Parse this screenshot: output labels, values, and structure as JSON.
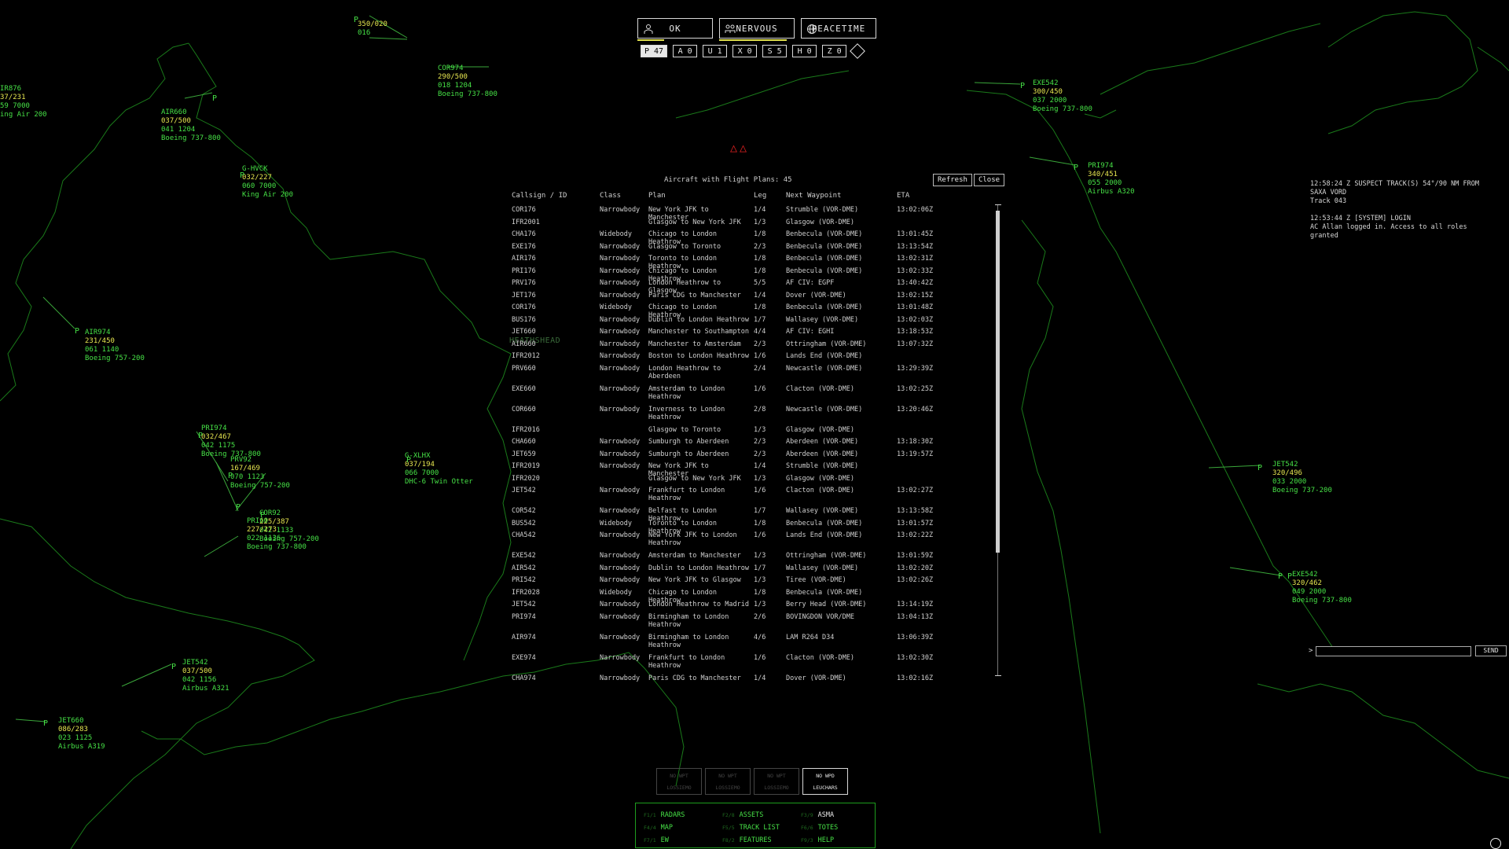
{
  "status": {
    "buttons": [
      {
        "label": "OK",
        "icon": "person-icon"
      },
      {
        "label": "NERVOUS",
        "icon": "group-icon"
      },
      {
        "label": "PEACETIME",
        "icon": "globe-icon"
      }
    ],
    "counters": [
      "P 47",
      "A 0",
      "U 1",
      "X 0",
      "S 5",
      "H 0",
      "Z 0"
    ],
    "accent": "#e6e650"
  },
  "warning_symbols": "△△",
  "place_labels": [
    "HEATHSHEAD"
  ],
  "tracks": [
    {
      "callsign": "IR876",
      "alt": "37/231",
      "spd": "59 7000",
      "ac": "ing Air 200"
    },
    {
      "callsign": "AIR660",
      "alt": "037/500",
      "spd": "041 1204",
      "ac": "Boeing 737-800"
    },
    {
      "callsign": "COR974",
      "alt": "290/500",
      "spd": "018 1204",
      "ac": "Boeing 737-800"
    },
    {
      "callsign": "G-HVCK",
      "alt": "032/227",
      "spd": "060 7000",
      "ac": "King Air 200"
    },
    {
      "callsign": "AIR974",
      "alt": "231/450",
      "spd": "061 1140",
      "ac": "Boeing 757-200"
    },
    {
      "callsign": "PRI974",
      "alt": "032/467",
      "spd": "042 1175",
      "ac": "Boeing 737-800"
    },
    {
      "callsign": "PRV92",
      "alt": "167/469",
      "spd": "070 1123",
      "ac": "Boeing 757-200"
    },
    {
      "callsign": "COR92",
      "alt": "225/387",
      "spd": "042 1133",
      "ac": "Boeing 757-200"
    },
    {
      "callsign": "PRI60",
      "alt": "227/273",
      "spd": "022 1136",
      "ac": "Boeing 737-800"
    },
    {
      "callsign": "G-XLHX",
      "alt": "037/194",
      "spd": "066 7000",
      "ac": "DHC-6 Twin Otter"
    },
    {
      "callsign": "JET542",
      "alt": "037/500",
      "spd": "042 1156",
      "ac": "Airbus A321"
    },
    {
      "callsign": "JET660",
      "alt": "086/283",
      "spd": "023 1125",
      "ac": "Airbus A319"
    },
    {
      "callsign": "EXE542",
      "alt": "300/450",
      "spd": "037 2000",
      "ac": "Boeing 737-800"
    },
    {
      "callsign": "PRI974",
      "alt": "340/451",
      "spd": "055 2000",
      "ac": "Airbus A320"
    },
    {
      "callsign": "JET542",
      "alt": "320/496",
      "spd": "033 2000",
      "ac": "Boeing 737-200"
    },
    {
      "callsign": "EXE542",
      "alt": "320/462",
      "spd": "049 2000",
      "ac": "Boeing 737-800"
    },
    {
      "callsign": "",
      "alt": "350/020",
      "spd": "016",
      "ac": ""
    },
    {
      "callsign": "",
      "alt": "",
      "spd": "",
      "ac": "Boeing 757-200"
    }
  ],
  "flight_plans": {
    "title": "Aircraft with Flight Plans: 45",
    "refresh_label": "Refresh",
    "close_label": "Close",
    "columns": [
      "Callsign / ID",
      "Class",
      "Plan",
      "Leg",
      "Next Waypoint",
      "ETA"
    ],
    "rows": [
      [
        "COR176",
        "Narrowbody",
        "New York JFK to Manchester",
        "1/4",
        "Strumble (VOR-DME)",
        "13:02:06Z"
      ],
      [
        "IFR2001",
        "",
        "Glasgow to New York JFK",
        "1/3",
        "Glasgow (VOR-DME)",
        ""
      ],
      [
        "CHA176",
        "Widebody",
        "Chicago to London Heathrow",
        "1/8",
        "Benbecula (VOR-DME)",
        "13:01:45Z"
      ],
      [
        "EXE176",
        "Narrowbody",
        "Glasgow to Toronto",
        "2/3",
        "Benbecula (VOR-DME)",
        "13:13:54Z"
      ],
      [
        "AIR176",
        "Narrowbody",
        "Toronto to London Heathrow",
        "1/8",
        "Benbecula (VOR-DME)",
        "13:02:31Z"
      ],
      [
        "PRI176",
        "Narrowbody",
        "Chicago to London Heathrow",
        "1/8",
        "Benbecula (VOR-DME)",
        "13:02:33Z"
      ],
      [
        "PRV176",
        "Narrowbody",
        "London Heathrow to Glasgow",
        "5/5",
        "AF CIV: EGPF",
        "13:40:42Z"
      ],
      [
        "JET176",
        "Narrowbody",
        "Paris CDG to Manchester",
        "1/4",
        "Dover (VOR-DME)",
        "13:02:15Z"
      ],
      [
        "COR176",
        "Widebody",
        "Chicago to London Heathrow",
        "1/8",
        "Benbecula (VOR-DME)",
        "13:01:48Z"
      ],
      [
        "BUS176",
        "Narrowbody",
        "Dublin to London Heathrow",
        "1/7",
        "Wallasey (VOR-DME)",
        "13:02:03Z"
      ],
      [
        "JET660",
        "Narrowbody",
        "Manchester to Southampton",
        "4/4",
        "AF CIV: EGHI",
        "13:18:53Z"
      ],
      [
        "AIR660",
        "Narrowbody",
        "Manchester to Amsterdam",
        "2/3",
        "Ottringham (VOR-DME)",
        "13:07:32Z"
      ],
      [
        "IFR2012",
        "Narrowbody",
        "Boston to London Heathrow",
        "1/6",
        "Lands End (VOR-DME)",
        ""
      ],
      [
        "PRV660",
        "Narrowbody",
        "London Heathrow to Aberdeen",
        "2/4",
        "Newcastle (VOR-DME)",
        "13:29:39Z"
      ],
      [
        "EXE660",
        "Narrowbody",
        "Amsterdam to London Heathrow",
        "1/6",
        "Clacton (VOR-DME)",
        "13:02:25Z"
      ],
      [
        "COR660",
        "Narrowbody",
        "Inverness to London Heathrow",
        "2/8",
        "Newcastle (VOR-DME)",
        "13:20:46Z"
      ],
      [
        "IFR2016",
        "",
        "Glasgow to Toronto",
        "1/3",
        "Glasgow (VOR-DME)",
        ""
      ],
      [
        "CHA660",
        "Narrowbody",
        "Sumburgh to Aberdeen",
        "2/3",
        "Aberdeen (VOR-DME)",
        "13:18:30Z"
      ],
      [
        "JET659",
        "Narrowbody",
        "Sumburgh to Aberdeen",
        "2/3",
        "Aberdeen (VOR-DME)",
        "13:19:57Z"
      ],
      [
        "IFR2019",
        "Narrowbody",
        "New York JFK to Manchester",
        "1/4",
        "Strumble (VOR-DME)",
        ""
      ],
      [
        "IFR2020",
        "",
        "Glasgow to New York JFK",
        "1/3",
        "Glasgow (VOR-DME)",
        ""
      ],
      [
        "JET542",
        "Narrowbody",
        "Frankfurt to London Heathrow",
        "1/6",
        "Clacton (VOR-DME)",
        "13:02:27Z"
      ],
      [
        "COR542",
        "Narrowbody",
        "Belfast to London Heathrow",
        "1/7",
        "Wallasey (VOR-DME)",
        "13:13:58Z"
      ],
      [
        "BUS542",
        "Widebody",
        "Toronto to London Heathrow",
        "1/8",
        "Benbecula (VOR-DME)",
        "13:01:57Z"
      ],
      [
        "CHA542",
        "Narrowbody",
        "New York JFK to London Heathrow",
        "1/6",
        "Lands End (VOR-DME)",
        "13:02:22Z"
      ],
      [
        "EXE542",
        "Narrowbody",
        "Amsterdam to Manchester",
        "1/3",
        "Ottringham (VOR-DME)",
        "13:01:59Z"
      ],
      [
        "AIR542",
        "Narrowbody",
        "Dublin to London Heathrow",
        "1/7",
        "Wallasey (VOR-DME)",
        "13:02:20Z"
      ],
      [
        "PRI542",
        "Narrowbody",
        "New York JFK to Glasgow",
        "1/3",
        "Tiree (VOR-DME)",
        "13:02:26Z"
      ],
      [
        "IFR2028",
        "Widebody",
        "Chicago to London Heathrow",
        "1/8",
        "Benbecula (VOR-DME)",
        ""
      ],
      [
        "JET542",
        "Narrowbody",
        "London Heathrow to Madrid",
        "1/3",
        "Berry Head (VOR-DME)",
        "13:14:19Z"
      ],
      [
        "PRI974",
        "Narrowbody",
        "Birmingham to London Heathrow",
        "2/6",
        "BOVINGDON VOR/DME",
        "13:04:13Z"
      ],
      [
        "AIR974",
        "Narrowbody",
        "Birmingham to London Heathrow",
        "4/6",
        "LAM R264 D34",
        "13:06:39Z"
      ],
      [
        "EXE974",
        "Narrowbody",
        "Frankfurt to London Heathrow",
        "1/6",
        "Clacton (VOR-DME)",
        "13:02:30Z"
      ],
      [
        "CHA974",
        "Narrowbody",
        "Paris CDG to Manchester",
        "1/4",
        "Dover (VOR-DME)",
        "13:02:16Z"
      ]
    ]
  },
  "log": [
    {
      "time": "12:58:24 Z",
      "text": "SUSPECT TRACK(S) 54°/90 NM FROM SAXA VORD",
      "sub": "Track 043"
    },
    {
      "time": "12:53:44 Z",
      "text": "[SYSTEM]  LOGIN",
      "sub": "AC Allan logged in. Access to all roles granted"
    }
  ],
  "command": {
    "prompt": ">",
    "value": "",
    "send_label": "SEND"
  },
  "radars": [
    {
      "l1": "NO WPT",
      "l2": "LOSSIEMO",
      "selected": false
    },
    {
      "l1": "NO WPT",
      "l2": "LOSSIEMO",
      "selected": false
    },
    {
      "l1": "NO WPT",
      "l2": "LOSSIEMO",
      "selected": false
    },
    {
      "l1": "NO WPD",
      "l2": "LEUCHARS",
      "selected": true
    }
  ],
  "fkeys": [
    {
      "key": "F1/1",
      "label": "RADARS"
    },
    {
      "key": "F2/8",
      "label": "ASSETS"
    },
    {
      "key": "F3/9",
      "label": "ASMA"
    },
    {
      "key": "F4/4",
      "label": "MAP"
    },
    {
      "key": "F5/5",
      "label": "TRACK LIST"
    },
    {
      "key": "F6/6",
      "label": "TOTES"
    },
    {
      "key": "F7/1",
      "label": "EW"
    },
    {
      "key": "F8/2",
      "label": "FEATURES"
    },
    {
      "key": "F9/3",
      "label": "HELP"
    }
  ],
  "colors": {
    "coast": "#1a7a1a",
    "track": "#46e046",
    "alt": "#e6e650",
    "panel_text": "#cfcfcf"
  }
}
